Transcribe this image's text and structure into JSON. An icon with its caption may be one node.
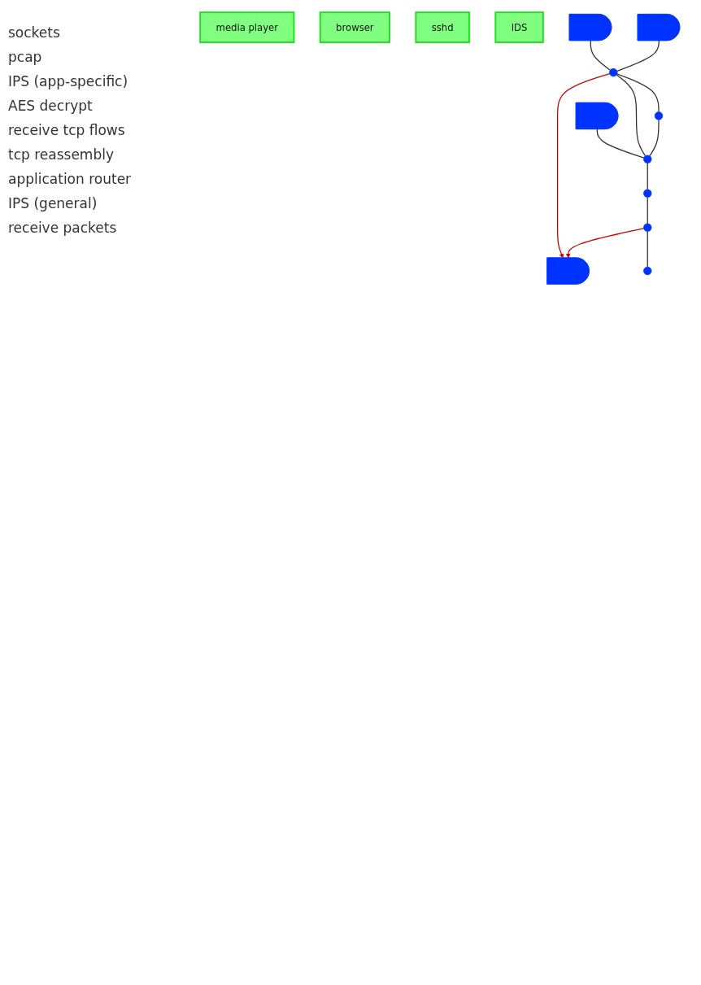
{
  "diagram": {
    "nodes": [
      {
        "text": [
          "media player"
        ]
      },
      {
        "text": [
          "browser"
        ]
      },
      {
        "text": [
          "sshd"
        ]
      },
      {
        "text": [
          "IDS"
        ]
      },
      {
        "text": [],
        "shape": "semicircle"
      },
      {
        "text": [],
        "shape": "semicircle"
      },
      {
        "text": [],
        "shape": "semicircle"
      },
      {
        "text": [],
        "shape": "semicircle"
      },
      {
        "text": [],
        "shape": "circle"
      },
      {
        "text": [],
        "shape": "circle"
      },
      {
        "text": [],
        "shape": "circle"
      },
      {
        "text": [],
        "shape": "circle"
      },
      {
        "text": [],
        "shape": "circle"
      },
      {
        "text": [],
        "shape": "circle"
      }
    ],
    "edges": [
      {
        "from": 4,
        "to": 10,
        "arrow": "none"
      },
      {
        "from": 5,
        "to": 8,
        "arrow": "none"
      },
      {
        "from": 6,
        "to": 8,
        "arrow": "none"
      },
      {
        "from": 8,
        "to": 7,
        "arrow": "to",
        "color": "#cc0000"
      },
      {
        "from": 8,
        "to": 10,
        "arrow": "none"
      },
      {
        "from": 8,
        "to": 9,
        "arrow": "none"
      },
      {
        "from": 9,
        "to": 10,
        "arrow": "none"
      },
      {
        "from": 10,
        "to": 11,
        "arrow": "none"
      },
      {
        "from": 11,
        "to": 12,
        "arrow": "none"
      },
      {
        "from": 12,
        "to": 7,
        "arrow": "to",
        "color": "#cc0000"
      },
      {
        "from": 12,
        "to": 13,
        "arrow": "none"
      }
    ],
    "labels": [
      "sockets",
      "pcap",
      "IPS (app-specific)",
      "AES decrypt",
      "receive tcp flows",
      "tcp reassembly",
      "application router",
      "IPS (general)",
      "receive packets"
    ]
  }
}
